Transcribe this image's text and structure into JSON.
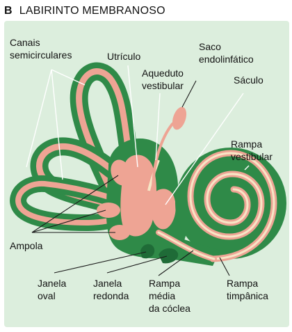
{
  "header": {
    "panel_letter": "B",
    "title": "LABIRINTO MEMBRANOSO"
  },
  "labels": {
    "canais_line1": "Canais",
    "canais_line2": "semicirculares",
    "utriculo": "Utrículo",
    "saco_line1": "Saco",
    "saco_line2": "endolinfático",
    "aqueduto_line1": "Aqueduto",
    "aqueduto_line2": "vestibular",
    "saculo": "Sáculo",
    "rampa_vest_line1": "Rampa",
    "rampa_vest_line2": "vestibular",
    "ampola": "Ampola",
    "janela_oval_line1": "Janela",
    "janela_oval_line2": "oval",
    "janela_redonda_line1": "Janela",
    "janela_redonda_line2": "redonda",
    "rampa_media_line1": "Rampa",
    "rampa_media_line2": "média",
    "rampa_media_line3": "da cóclea",
    "rampa_timp_line1": "Rampa",
    "rampa_timp_line2": "timpânica"
  },
  "colors": {
    "background": "#dceedd",
    "bony_green": "#2f8a48",
    "dark_green": "#1f6b37",
    "membranous_pink": "#eea494",
    "endolymph_light": "#f7e6c6",
    "text": "#111111"
  }
}
